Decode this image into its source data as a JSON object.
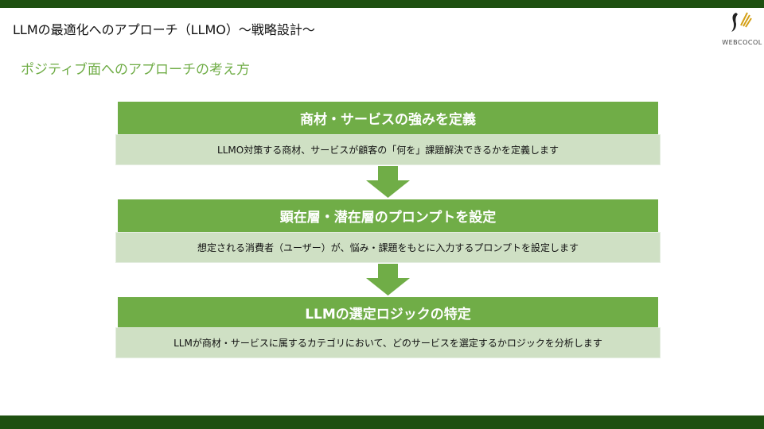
{
  "header": {
    "title": "LLMの最適化へのアプローチ（LLMO）～戦略設計～",
    "logo_text": "WEBCOCOL"
  },
  "subtitle": "ポジティブ面へのアプローチの考え方",
  "steps": [
    {
      "title": "商材・サービスの強みを定義",
      "description": "LLMO対策する商材、サービスが顧客の「何を」課題解決できるかを定義します"
    },
    {
      "title": "顕在層・潜在層のプロンプトを設定",
      "description": "想定される消費者（ユーザー）が、悩み・課題をもとに入力するプロンプトを設定します"
    },
    {
      "title": "LLMの選定ロジックの特定",
      "description": "LLMが商材・サービスに属するカテゴリにおいて、どのサービスを選定するかロジックを分析します"
    }
  ],
  "colors": {
    "accent": "#70ad47",
    "bar": "#1e5010",
    "desc_bg": "#cfe0c4"
  }
}
